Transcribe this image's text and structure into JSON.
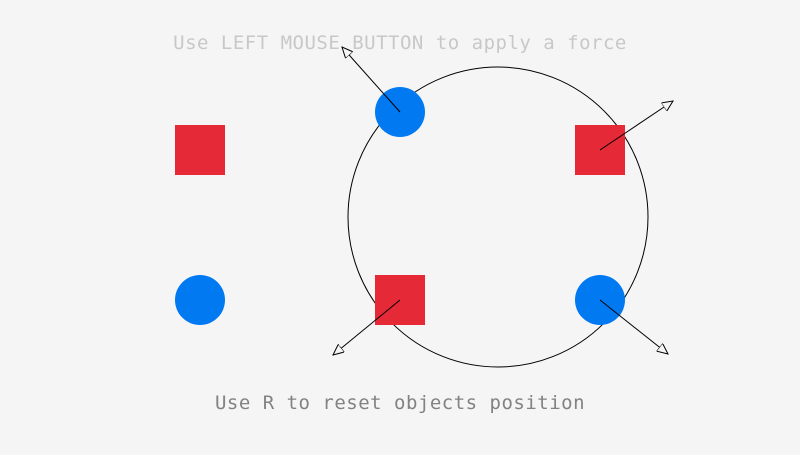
{
  "colors": {
    "background": "#f5f5f5",
    "square": "#e62937",
    "circle": "#0079f1",
    "outline": "#000000",
    "text_light": "#c8c8c8",
    "text_dark": "#828282"
  },
  "hints": {
    "top": "Use LEFT MOUSE BUTTON to apply a force",
    "bottom": "Use R to reset objects position"
  },
  "objects": {
    "squares": 3,
    "circles": 3,
    "force_vectors": 4
  }
}
